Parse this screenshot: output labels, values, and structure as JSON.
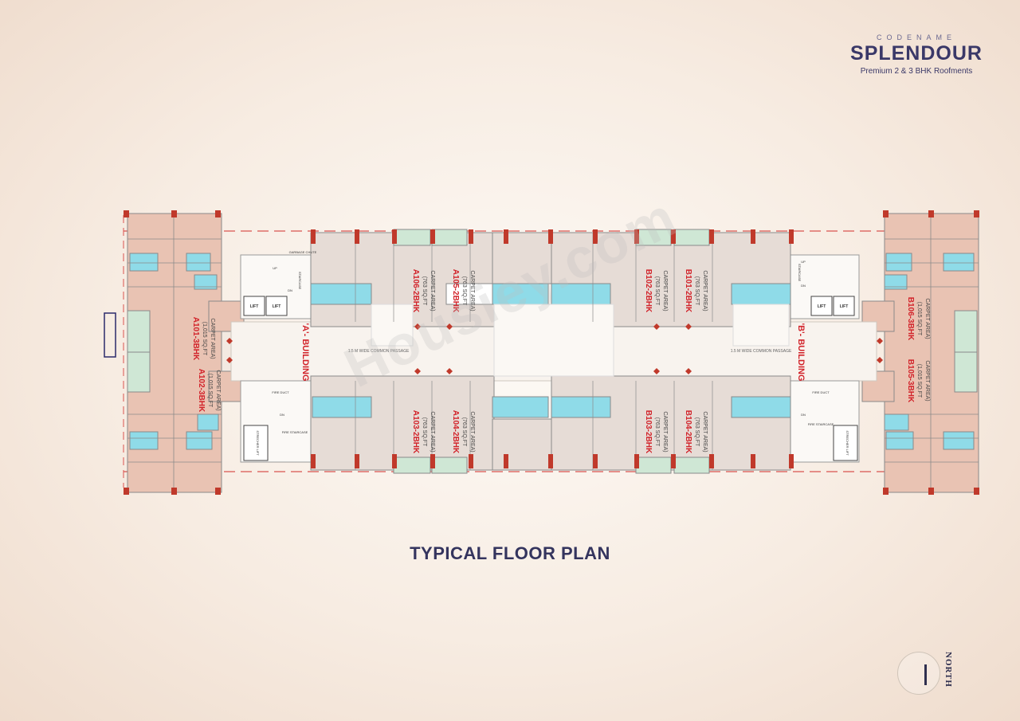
{
  "brand": {
    "codename": "CODENAME",
    "name": "SPLENDOUR",
    "tagline": "Premium 2 & 3 BHK Roofments"
  },
  "plan_title": "TYPICAL FLOOR PLAN",
  "north_label": "NORTH",
  "watermark": "Housiey.com",
  "buildings": {
    "a_label": "'A'- BUILDING",
    "b_label": "'B'- BUILDING",
    "passage": "1.5 M WIDE COMMON PASSAGE"
  },
  "units": [
    {
      "id": "A101-3BHK",
      "area": "(1,015 SQ.FT",
      "area2": "CARPET AREA)"
    },
    {
      "id": "A102-3BHK",
      "area": "(1,015 SQ.FT",
      "area2": "CARPET AREA)"
    },
    {
      "id": "A106-2BHK",
      "area": "(763 SQ.FT",
      "area2": "CARPET AREA)"
    },
    {
      "id": "A105-2BHK",
      "area": "(763 SQ.FT",
      "area2": "CARPET AREA)"
    },
    {
      "id": "A103-2BHK",
      "area": "(763 SQ.FT",
      "area2": "CARPET AREA)"
    },
    {
      "id": "A104-2BHK",
      "area": "(763 SQ.FT",
      "area2": "CARPET AREA)"
    },
    {
      "id": "B102-2BHK",
      "area": "(763 SQ.FT",
      "area2": "CARPET AREA)"
    },
    {
      "id": "B101-2BHK",
      "area": "(763 SQ.FT",
      "area2": "CARPET AREA)"
    },
    {
      "id": "B103-2BHK",
      "area": "(763 SQ.FT",
      "area2": "CARPET AREA)"
    },
    {
      "id": "B104-2BHK",
      "area": "(763 SQ.FT",
      "area2": "CARPET AREA)"
    },
    {
      "id": "B106-3BHK",
      "area": "(1,015 SQ.FT",
      "area2": "CARPET AREA)"
    },
    {
      "id": "B105-3BHK",
      "area": "(1,015 SQ.FT",
      "area2": "CARPET AREA)"
    }
  ],
  "core": {
    "lift": "LIFT",
    "staircase": "STAIRCASE",
    "fire_staircase": "FIRE STAIRCASE",
    "fire_duct": "FIRE DUCT",
    "stretcher_lift": "STRECHER LIFT",
    "garbage_chute": "GARBAGE CHUTE",
    "up": "UP",
    "dn": "DN"
  },
  "colors": {
    "bhk3_room": "#e9c3b3",
    "bhk2_room": "#e6dcd6",
    "toilet": "#8fdbe8",
    "balcony": "#cfe7d5",
    "column": "#c0392b",
    "wall": "#8a8a8a",
    "label": "#d2232a",
    "title": "#34345e"
  }
}
